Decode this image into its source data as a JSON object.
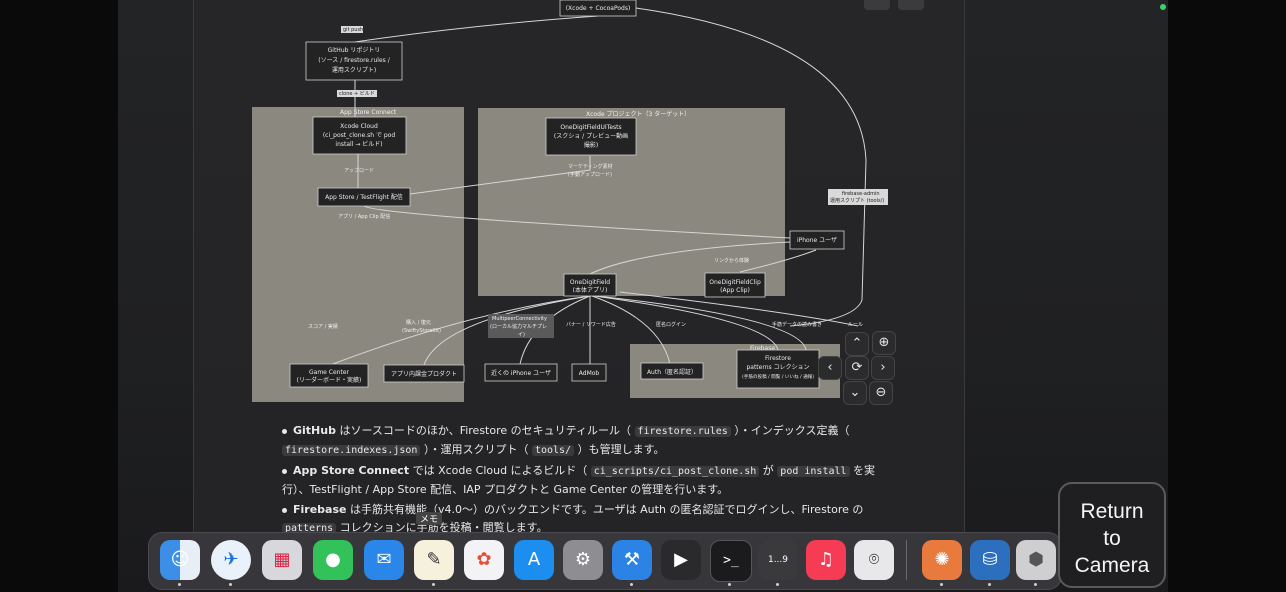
{
  "diagram": {
    "top_node": "(Xcode + CocoaPods)",
    "push_label": "git push",
    "github_node": [
      "GitHub リポジトリ",
      "(ソース / firestore.rules /",
      "運用スクリプト)"
    ],
    "clone_label": "clone + ビルド",
    "appstore_region": "App Store Connect",
    "xcode_region": "Xcode プロジェクト（3 ターゲット）",
    "xcode_cloud_node": [
      "Xcode Cloud",
      "(ci_post_clone.sh で pod",
      "install → ビルド)"
    ],
    "ui_tests_node": [
      "OneDigitFieldUITests",
      "(スクショ / プレビュー動画",
      "撮影)"
    ],
    "marketing_label": [
      "マーケティング素材",
      "(手動アップロード)"
    ],
    "upload_label": "アップロード",
    "testflight_node": "App Store / TestFlight 配信",
    "firebase_admin_label": [
      "firebase-admin",
      "運用スクリプト (tools/)"
    ],
    "app_dist_label": "アプリ / App Clip 配信",
    "iphone_user_node": "iPhone ユーザ",
    "link_label": "リンクから体験",
    "main_app_node": [
      "OneDigitField",
      "(本体アプリ)"
    ],
    "app_clip_node": [
      "OneDigitFieldClip",
      "(App Clip)"
    ],
    "score_label": "スコア / 実績",
    "purchase_label": [
      "購入 / 復元",
      "(SwiftyStoreKit)"
    ],
    "multipeer_label": [
      "MultipeerConnectivity",
      "(ローカル協力マルチプレ",
      "イ)"
    ],
    "banner_label": "バナー / リワード広告",
    "anon_login_label": "匿名ログイン",
    "share_label": "手筋データの読み書き",
    "rules_label": "ルール",
    "firebase_region": "Firebase",
    "game_center_node": [
      "Game Center",
      "(リーダーボード・実績)"
    ],
    "iap_node": "アプリ内課金プロダクト",
    "nearby_node": "近くの iPhone ユーザ",
    "admob_node": "AdMob",
    "auth_node": "Auth（匿名認証）",
    "firestore_node": [
      "Firestore",
      "patterns コレクション",
      "(手筋の投稿 / 閲覧 / いいね / 通報)"
    ]
  },
  "controls": {
    "zoom_in": "⊕",
    "zoom_out": "⊖",
    "up": "⌃",
    "down": "⌄",
    "left": "‹",
    "right": "›",
    "reset": "⟳"
  },
  "bullets": [
    {
      "title": "GitHub",
      "parts": [
        "はソースコードのほか、Firestore のセキュリティルール（",
        "firestore.rules",
        "）・インデックス定義（",
        "firestore.indexes.json",
        "）・運用スクリプト（",
        "tools/",
        "）も管理します。"
      ]
    },
    {
      "title": "App Store Connect",
      "parts": [
        "では Xcode Cloud によるビルド（",
        "ci_scripts/ci_post_clone.sh",
        "が",
        "pod install",
        "を実行）、TestFlight / App Store 配信、IAP プロダクトと Game Center の管理を行います。"
      ]
    },
    {
      "title": "Firebase",
      "parts": [
        "は手筋共有機能（v4.0〜）のバックエンドです。ユーザは Auth の匿名認証でログインし、Firestore の",
        "patterns",
        "コレクションに手筋を投稿・閲覧します。"
      ]
    }
  ],
  "dock": {
    "memo_tooltip": "メモ",
    "terminal_glyph": ">_",
    "digits_label": "1...9",
    "return_button": [
      "Return",
      "to",
      "Camera"
    ]
  },
  "colors": {
    "node_fill": "#232323",
    "region_fill": "#8a877f",
    "line": "#d8d8d8",
    "accent": "#3fd16a"
  }
}
